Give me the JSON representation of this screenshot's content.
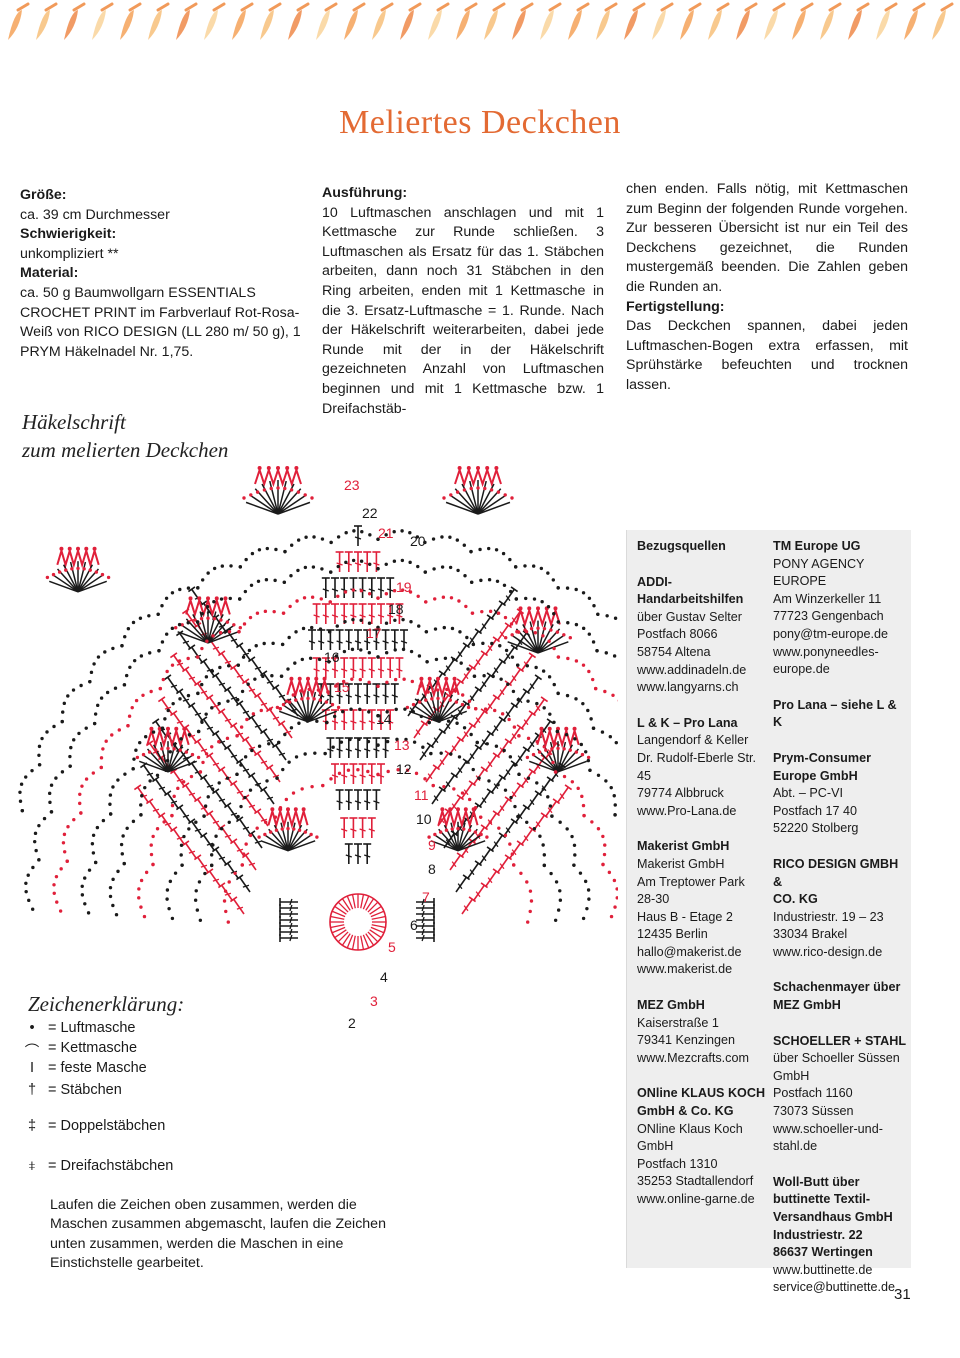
{
  "title": "Meliertes Deckchen",
  "col1": {
    "size_label": "Größe:",
    "size_value": "ca. 39 cm Durchmesser",
    "difficulty_label": "Schwierigkeit:",
    "difficulty_value": "unkompliziert **",
    "material_label": "Material:",
    "material_value": "ca. 50 g Baumwollgarn ESSENTIALS CROCHET PRINT im Farbverlauf Rot-Rosa-Weiß von RICO DESIGN (LL 280 m/ 50 g), 1 PRYM Häkelnadel Nr. 1,75."
  },
  "col2": {
    "label": "Ausführung:",
    "text": "10 Luftmaschen anschlagen und mit 1 Kettmasche zur Runde schließen. 3 Luftmaschen als Ersatz für das 1. Stäbchen arbeiten, dann noch 31 Stäbchen in den Ring arbeiten, enden mit 1 Kettmasche in die 3. Ersatz-Luftmasche = 1. Runde. Nach der Häkelschrift weiterarbeiten, dabei jede Runde mit der in der Häkelschrift gezeichneten Anzahl von Luftmaschen beginnen und mit 1 Kettmasche bzw. 1 Dreifachstäb-"
  },
  "col3": {
    "text": "chen enden. Falls nötig, mit Kettmaschen zum Beginn der folgenden Runde vorgehen. Zur besseren Übersicht ist nur ein Teil des Deckchens gezeichnet, die Runden mustergemäß beenden. Die Zahlen geben die Runden an.",
    "finish_label": "Fertigstellung:",
    "finish_text": "Das Deckchen spannen, dabei jeden Luftmaschen-Bogen extra erfassen, mit Sprühstärke befeuchten und trocknen lassen."
  },
  "chart_heading": {
    "line1": "Häkelschrift",
    "line2": "zum melierten Deckchen"
  },
  "round_numbers": [
    "2",
    "3",
    "4",
    "5",
    "6",
    "7",
    "8",
    "9",
    "10",
    "11",
    "12",
    "13",
    "14",
    "15",
    "16",
    "17",
    "18",
    "19",
    "20",
    "21",
    "22",
    "23"
  ],
  "legend": {
    "title": "Zeichenerklärung:",
    "items": [
      {
        "symbol": "•",
        "text": "= Luftmasche"
      },
      {
        "symbol": "⌒",
        "text": "= Kettmasche"
      },
      {
        "symbol": "I",
        "text": "= feste Masche"
      },
      {
        "symbol": "†",
        "text": "= Stäbchen"
      },
      {
        "symbol": "‡",
        "text": "= Doppelstäbchen"
      },
      {
        "symbol": "⧧",
        "text": "= Dreifachstäbchen"
      }
    ]
  },
  "note": "Laufen die Zeichen oben zusammen, werden die Maschen zusammen abgemascht, laufen die Zeichen unten zusammen, werden die Maschen in eine Einstichstelle gearbeitet.",
  "sources": {
    "left": [
      {
        "lines": [
          "Bezugsquellen"
        ],
        "bold": 1
      },
      {
        "lines": [
          "ADDI-",
          "Handarbeitshilfen",
          "über Gustav Selter",
          "Postfach 8066",
          "58754 Altena",
          "www.addinadeln.de",
          "www.langyarns.ch"
        ],
        "bold": 2
      },
      {
        "lines": [
          "L & K – Pro Lana",
          "Langendorf & Keller",
          "Dr. Rudolf-Eberle Str. 45",
          "79774 Albbruck",
          "www.Pro-Lana.de"
        ],
        "bold": 1
      },
      {
        "lines": [
          "Makerist GmbH",
          "Makerist GmbH",
          "Am Treptower Park",
          "28-30",
          "Haus B - Etage 2",
          "12435 Berlin",
          "hallo@makerist.de",
          "www.makerist.de"
        ],
        "bold": 1
      },
      {
        "lines": [
          "MEZ GmbH",
          "Kaiserstraße 1",
          "79341 Kenzingen",
          "www.Mezcrafts.com"
        ],
        "bold": 1
      },
      {
        "lines": [
          "ONline KLAUS KOCH",
          "GmbH & Co. KG",
          "ONline Klaus Koch GmbH",
          "Postfach 1310",
          "35253 Stadtallendorf",
          "www.online-garne.de"
        ],
        "bold": 2
      }
    ],
    "right": [
      {
        "lines": [
          "TM Europe UG",
          "PONY AGENCY EUROPE",
          "Am Winzerkeller 11",
          "77723 Gengenbach",
          "pony@tm-europe.de",
          "www.ponyneedles-",
          "europe.de"
        ],
        "bold": 1
      },
      {
        "lines": [
          "Pro Lana – siehe L & K"
        ],
        "bold": 1
      },
      {
        "lines": [
          "Prym-Consumer",
          "Europe GmbH",
          "Abt. – PC-VI",
          "Postfach 17 40",
          "52220 Stolberg"
        ],
        "bold": 2
      },
      {
        "lines": [
          "RICO DESIGN GMBH &",
          "CO. KG",
          "Industriestr. 19 – 23",
          "33034 Brakel",
          "www.rico-design.de"
        ],
        "bold": 2
      },
      {
        "lines": [
          "Schachenmayer über",
          "MEZ GmbH"
        ],
        "bold": 2
      },
      {
        "lines": [
          "SCHOELLER + STAHL",
          "über Schoeller Süssen",
          "GmbH",
          "Postfach 1160",
          "73073 Süssen",
          "www.schoeller-und-",
          "stahl.de"
        ],
        "bold": 1
      },
      {
        "lines": [
          "Woll-Butt über",
          "buttinette Textil-",
          "Versandhaus GmbH",
          "Industriestr. 22",
          "86637 Wertingen",
          "www.buttinette.de",
          "service@buttinette.de"
        ],
        "bold": 5
      }
    ]
  },
  "page_number": "31",
  "colors": {
    "title": "#e36a33",
    "red": "#e0203a",
    "dark": "#1a1a1a",
    "source_bg": "#eeeeee"
  }
}
